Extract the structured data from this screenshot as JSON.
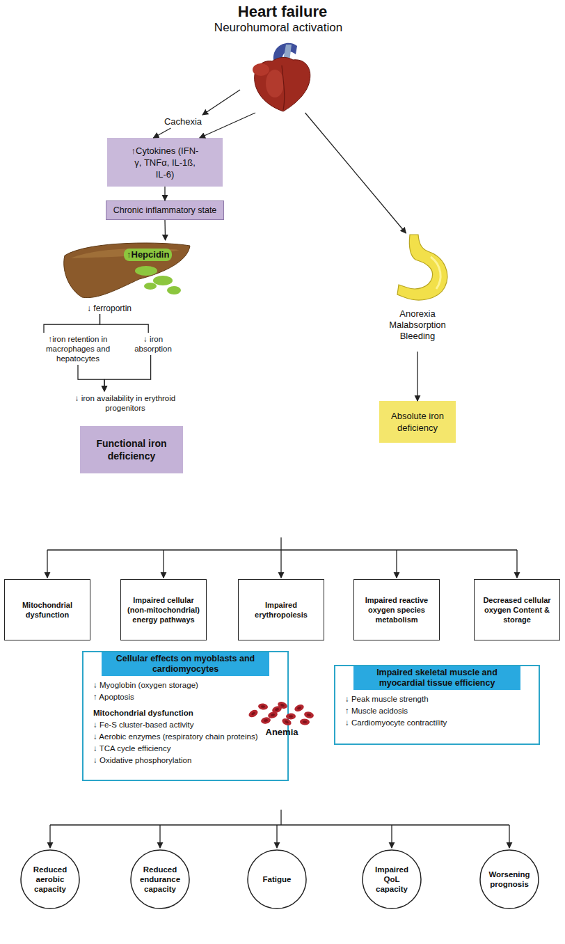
{
  "diagram": {
    "title": "Heart failure",
    "nodes": [
      {
        "text": [
          "Neurohumoral activation"
        ]
      },
      {
        "text": [
          "Cachexia"
        ]
      },
      {
        "text": [
          "↑Cytokines (IFN-γ, TNFα, IL-1ß, IL-6)"
        ]
      },
      {
        "text": [
          "Chronic inflammatory state"
        ]
      },
      {
        "text": [
          "↑Hepcidin"
        ]
      },
      {
        "text": [
          "↓ ferroportin"
        ]
      },
      {
        "text": [
          "↑iron retention in macrophages and hepatocytes"
        ]
      },
      {
        "text": [
          "↓ iron absorption"
        ]
      },
      {
        "text": [
          "↓ iron availability in erythroid progenitors"
        ]
      },
      {
        "text": [
          "Functional iron deficiency"
        ]
      },
      {
        "text": [
          "Anorexia Malabsorption Bleeding"
        ]
      },
      {
        "text": [
          "Absolute iron deficiency"
        ]
      },
      {
        "text": [
          "Mitochondrial dysfunction"
        ]
      },
      {
        "text": [
          "Impaired cellular (non-mitochondrial) energy pathways"
        ]
      },
      {
        "text": [
          "Impaired erythropoiesis"
        ]
      },
      {
        "text": [
          "Impaired reactive oxygen species metabolism"
        ]
      },
      {
        "text": [
          "Decreased cellular oxygen Content & storage"
        ]
      },
      {
        "text": [
          "Cellular effects on myoblasts and cardiomyocytes",
          "↓ Myoglobin (oxygen storage)",
          "↑ Apoptosis",
          "Mitochondrial dysfunction",
          "↓ Fe-S cluster-based activity",
          "↓ Aerobic enzymes (respiratory chain proteins)",
          "↓ TCA cycle efficiency",
          "↓ Oxidative phosphorylation"
        ]
      },
      {
        "text": [
          "Anemia"
        ]
      },
      {
        "text": [
          "Impaired skeletal muscle and myocardial tissue efficiency",
          "↓ Peak muscle strength",
          "↑ Muscle acidosis",
          "↓ Cardiomyocyte contractility"
        ]
      },
      {
        "text": [
          "Reduced aerobic capacity"
        ]
      },
      {
        "text": [
          "Reduced endurance capacity"
        ]
      },
      {
        "text": [
          "Fatigue"
        ]
      },
      {
        "text": [
          "Impaired QoL capacity"
        ]
      },
      {
        "text": [
          "Worsening prognosis"
        ]
      }
    ],
    "edges": [
      {
        "from": 0,
        "to": 1,
        "arrow": "to"
      },
      {
        "from": 1,
        "to": 2,
        "arrow": "to"
      },
      {
        "from": 0,
        "to": 2,
        "arrow": "to"
      },
      {
        "from": 0,
        "to": 10,
        "arrow": "to"
      },
      {
        "from": 2,
        "to": 3,
        "arrow": "to"
      },
      {
        "from": 3,
        "to": 4,
        "arrow": "to"
      },
      {
        "from": 5,
        "to": 6,
        "arrow": "none"
      },
      {
        "from": 5,
        "to": 7,
        "arrow": "none"
      },
      {
        "from": 6,
        "to": 8,
        "arrow": "to"
      },
      {
        "from": 7,
        "to": 8,
        "arrow": "to"
      },
      {
        "from": 10,
        "to": 11,
        "arrow": "to"
      }
    ]
  }
}
